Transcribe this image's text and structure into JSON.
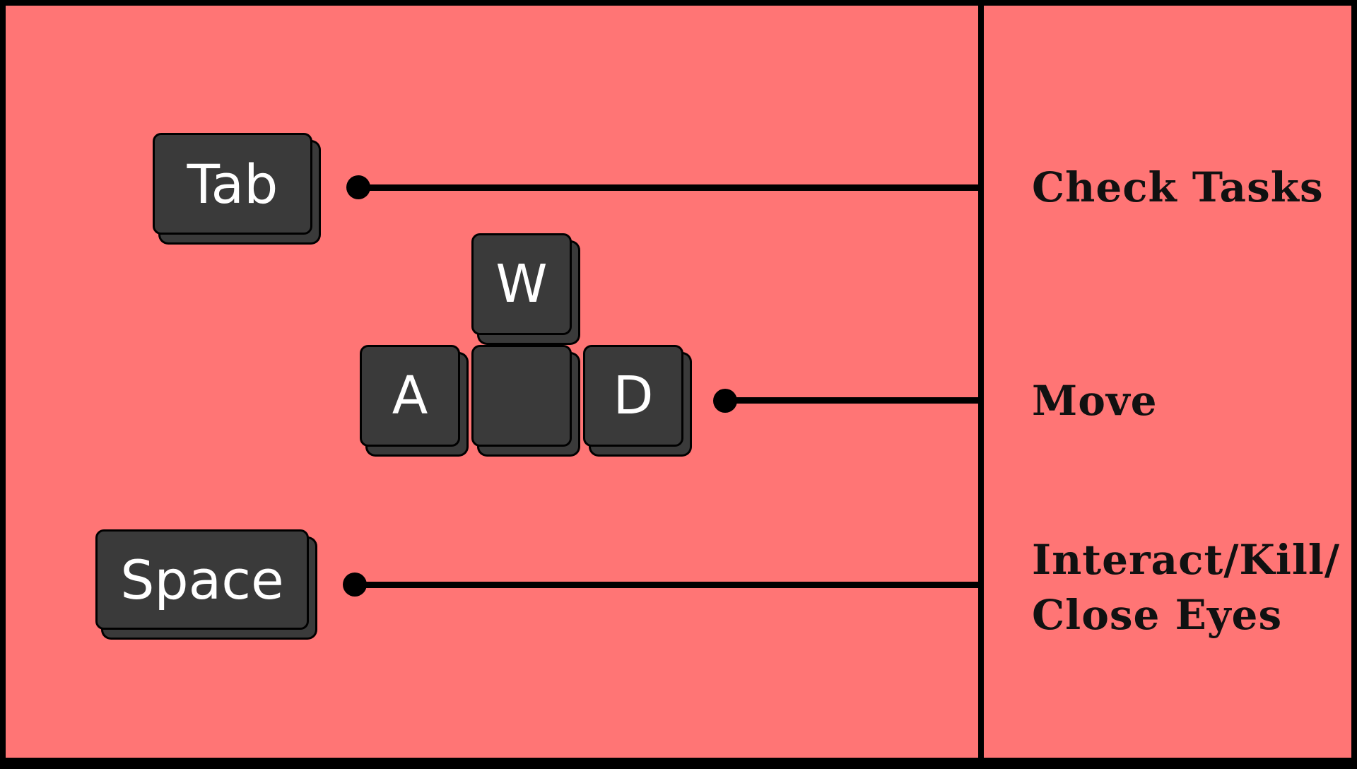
{
  "colors": {
    "background": "#ff7575",
    "border": "#000000",
    "key_face": "#3a3a3a",
    "key_text": "#ffffff",
    "action_text": "#111111"
  },
  "keys": {
    "tab": "Tab",
    "w": "W",
    "a": "A",
    "s": "",
    "d": "D",
    "space": "Space"
  },
  "actions": {
    "check_tasks": "Check Tasks",
    "move": "Move",
    "interact_line1": "Interact/Kill/",
    "interact_line2": "Close Eyes"
  }
}
